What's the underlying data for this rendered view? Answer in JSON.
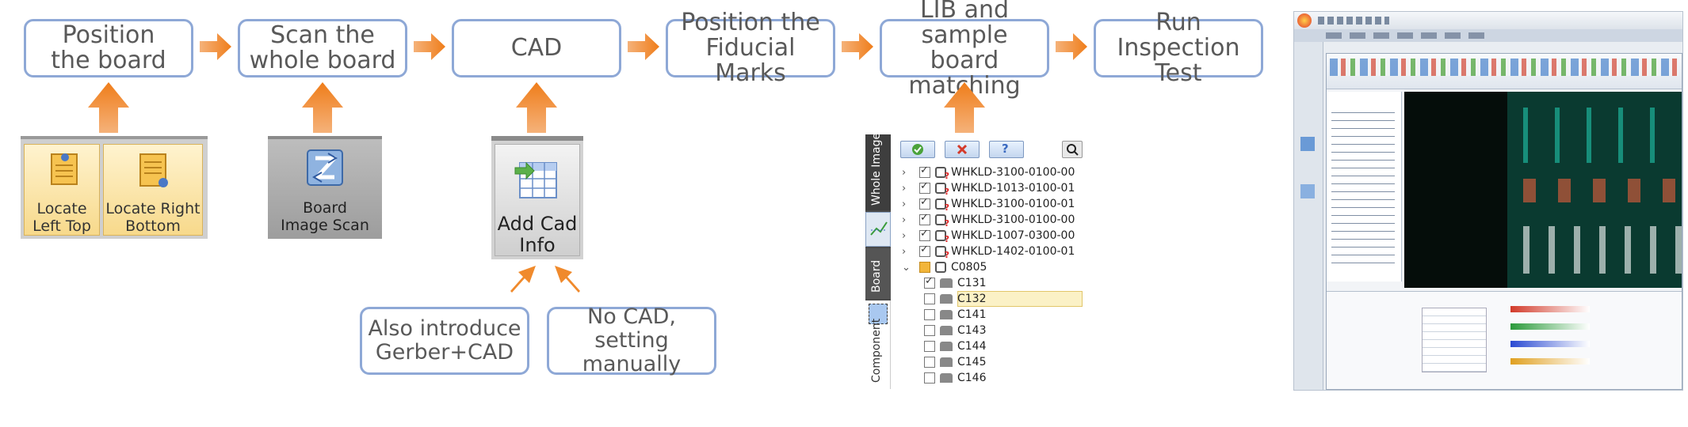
{
  "steps": [
    {
      "label": "Position\nthe board"
    },
    {
      "label": "Scan the\nwhole board"
    },
    {
      "label": "CAD"
    },
    {
      "label": "Position the\nFiducial Marks"
    },
    {
      "label": "LIB and sample\nboard matching"
    },
    {
      "label": "Run\nInspection Test"
    }
  ],
  "locate_panel": {
    "left_top": "Locate\nLeft Top",
    "right_bottom": "Locate Right\nBottom"
  },
  "scan_panel": {
    "label": "Board\nImage Scan"
  },
  "cad_panel": {
    "label": "Add Cad\nInfo"
  },
  "cad_options": [
    {
      "label": "Also introduce\nGerber+CAD"
    },
    {
      "label": "No CAD,\nsetting manually"
    }
  ],
  "lib_panel": {
    "side_tabs": [
      "Whole Image",
      "Board",
      "Component"
    ],
    "items": [
      {
        "name": "WHKLD-3100-0100-00",
        "checked": true
      },
      {
        "name": "WHKLD-1013-0100-01",
        "checked": true
      },
      {
        "name": "WHKLD-3100-0100-01",
        "checked": true
      },
      {
        "name": "WHKLD-3100-0100-00",
        "checked": true
      },
      {
        "name": "WHKLD-1007-0300-00",
        "checked": true
      },
      {
        "name": "WHKLD-1402-0100-01",
        "checked": true
      }
    ],
    "group": "C0805",
    "components": [
      {
        "name": "C131",
        "checked": true,
        "selected": false
      },
      {
        "name": "C132",
        "checked": false,
        "selected": true
      },
      {
        "name": "C141",
        "checked": false,
        "selected": false
      },
      {
        "name": "C143",
        "checked": false,
        "selected": false
      },
      {
        "name": "C144",
        "checked": false,
        "selected": false
      },
      {
        "name": "C145",
        "checked": false,
        "selected": false
      },
      {
        "name": "C146",
        "checked": false,
        "selected": false
      }
    ]
  },
  "colors": {
    "accent_orange": "#f08a2c",
    "box_border": "#8ea8d6",
    "text_gray": "#595959"
  }
}
